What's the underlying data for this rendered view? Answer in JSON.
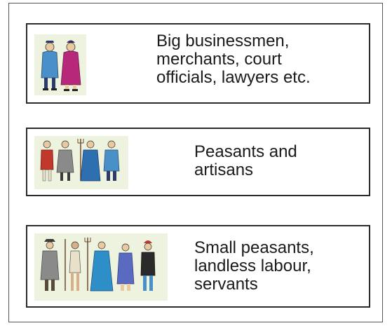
{
  "tiers": [
    {
      "label": "Big businessmen,\nmerchants, court\nofficials,  lawyers  etc.",
      "illustration_icon": "wealthy-figures-icon"
    },
    {
      "label": "Peasants and\nartisans",
      "illustration_icon": "peasant-figures-icon"
    },
    {
      "label": "Small peasants,\nlandless labour,\nservants",
      "illustration_icon": "labourer-figures-icon"
    }
  ],
  "colors": {
    "border": "#2b2b2b",
    "illustration_bg": "#eef3df",
    "figure_blue": "#4a90c8",
    "figure_magenta": "#b8287a",
    "figure_red": "#c0392b",
    "figure_grey": "#8a8a8a"
  }
}
